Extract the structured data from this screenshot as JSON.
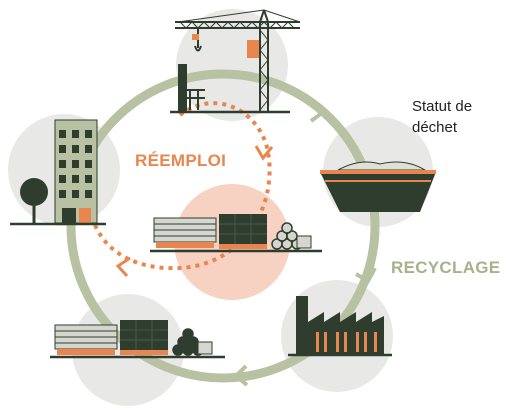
{
  "labels": {
    "reuse": "RÉEMPLOI",
    "recycling": "RECYCLAGE",
    "waste_status_line1": "Statut de",
    "waste_status_line2": "déchet"
  },
  "colors": {
    "cycle": "#b8c1a2",
    "reuse": "#e9864f",
    "recycling": "#a7b18c",
    "dark": "#2f3d2f",
    "circle_bg": "#e8e8e6"
  },
  "icons": [
    "crane-icon",
    "skip-container-icon",
    "factory-icon",
    "materials-stack-icon",
    "building-icon",
    "tree-icon"
  ]
}
